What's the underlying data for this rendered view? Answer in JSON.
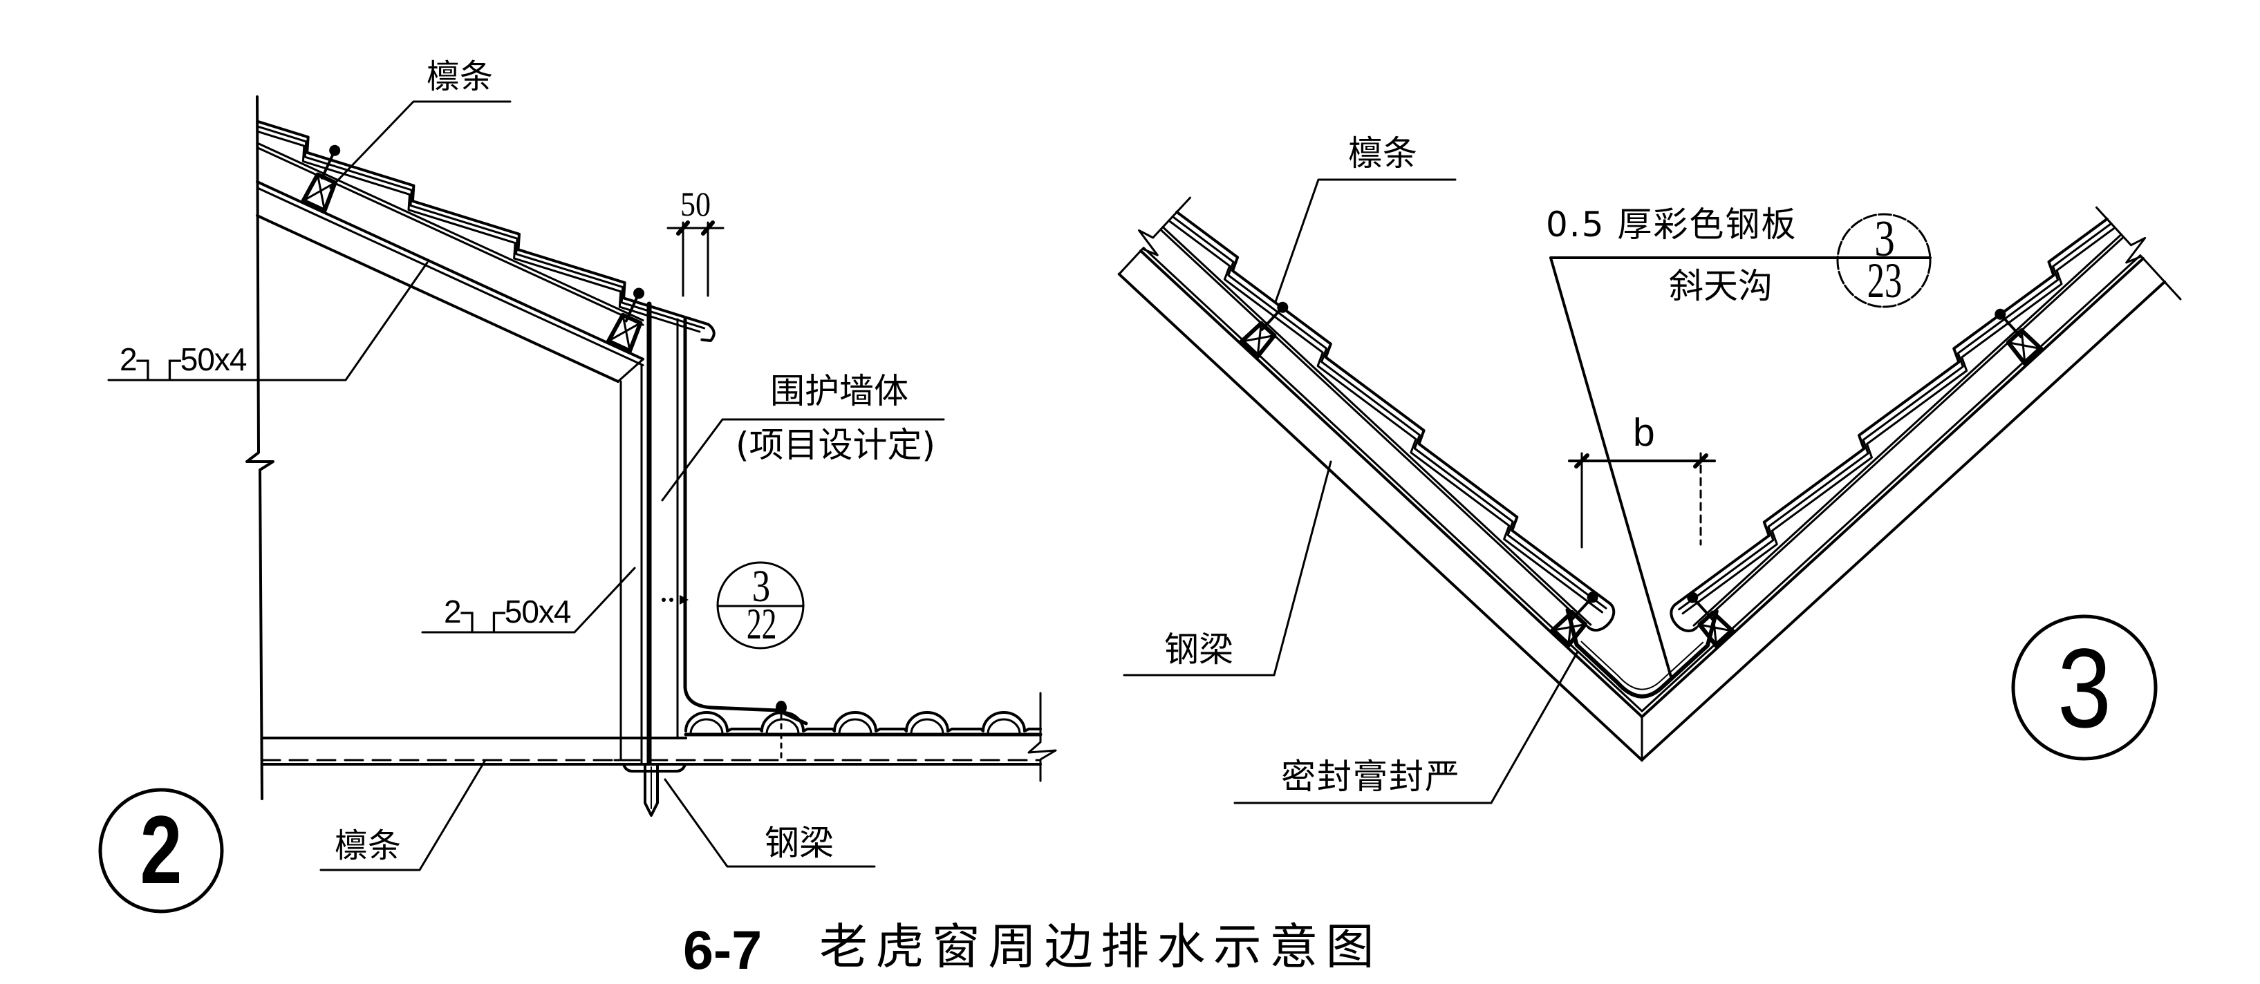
{
  "colors": {
    "ink": "#000000",
    "paper": "#ffffff"
  },
  "figure": {
    "number": "6-7",
    "title": "老虎窗周边排水示意图"
  },
  "detail_2": {
    "marker": "2",
    "purlin_top_label": "檩条",
    "frame_top_member_label": "2┐┌50x4",
    "overhang_dimension": "50",
    "wall_label": "围护墙体",
    "wall_note": "(项目设计定)",
    "frame_post_label": "2┐┌50x4",
    "purlin_bottom_label": "檩条",
    "steel_beam_label": "钢梁",
    "detail_reference": {
      "detail": "3",
      "sheet": "22"
    }
  },
  "detail_3": {
    "marker": "3",
    "purlin_label": "檩条",
    "sheet_label": "0.5 厚彩色钢板",
    "gutter_label": "斜天沟",
    "width_dimension": "b",
    "steel_beam_label": "钢梁",
    "sealant_label": "密封膏封严",
    "detail_reference": {
      "detail": "3",
      "sheet": "23"
    }
  }
}
